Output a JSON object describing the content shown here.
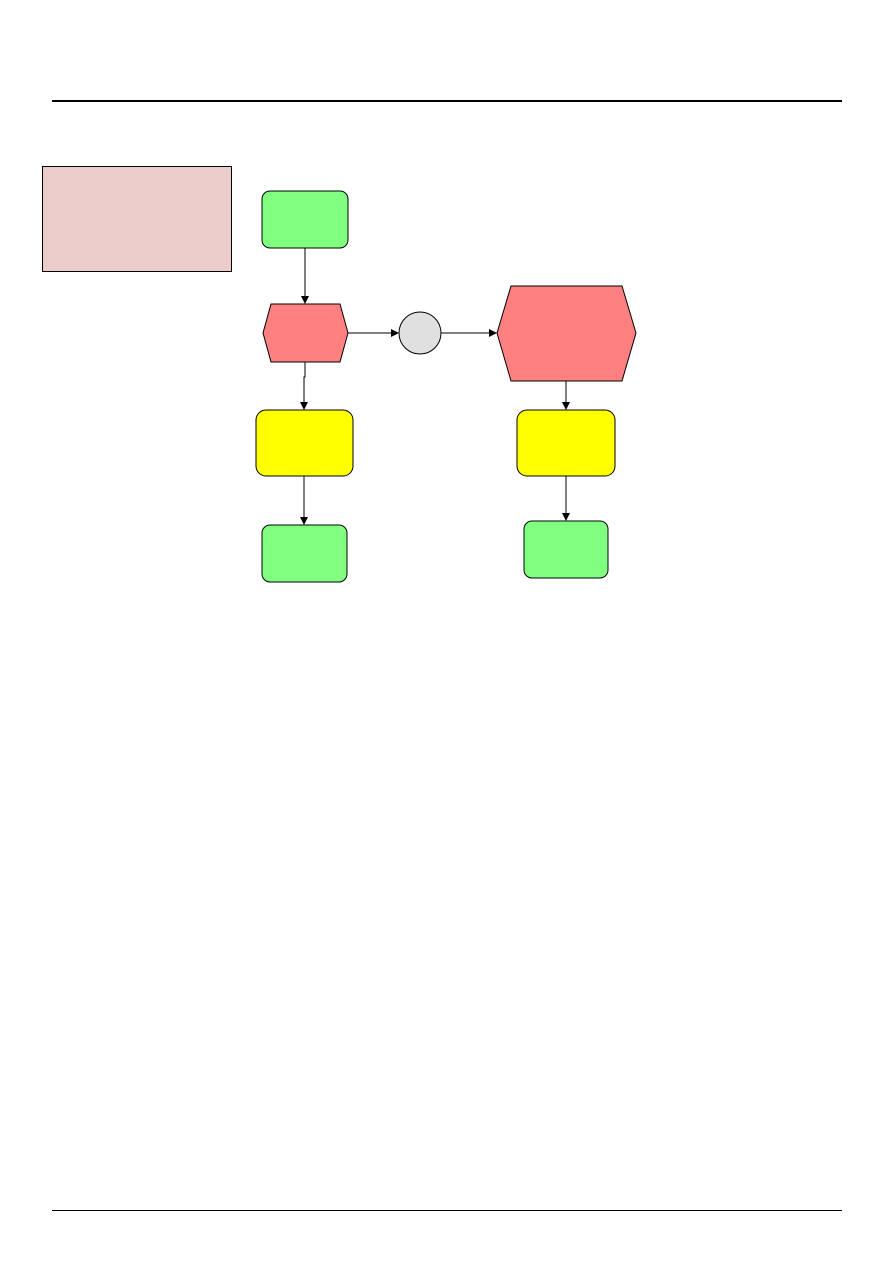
{
  "colors": {
    "event": "#80ff80",
    "function": "#ff8080",
    "operator": "#e0e0e0",
    "info": "#ffff00",
    "legend_fill": "#ecccca",
    "line": "#000000"
  },
  "nodes": [
    {
      "id": "event-start",
      "kind": "event",
      "icon": "rounded-rectangle"
    },
    {
      "id": "function-1",
      "kind": "function",
      "icon": "hexagon"
    },
    {
      "id": "operator",
      "kind": "operator",
      "icon": "circle"
    },
    {
      "id": "function-2",
      "kind": "function",
      "icon": "hexagon"
    },
    {
      "id": "info-left",
      "kind": "info",
      "icon": "rounded-rectangle"
    },
    {
      "id": "info-right",
      "kind": "info",
      "icon": "rounded-rectangle"
    },
    {
      "id": "event-end-left",
      "kind": "event",
      "icon": "rounded-rectangle"
    },
    {
      "id": "event-end-right",
      "kind": "event",
      "icon": "rounded-rectangle"
    }
  ],
  "edges": [
    {
      "from": "event-start",
      "to": "function-1"
    },
    {
      "from": "function-1",
      "to": "operator"
    },
    {
      "from": "operator",
      "to": "function-2"
    },
    {
      "from": "function-1",
      "to": "info-left"
    },
    {
      "from": "function-2",
      "to": "info-right"
    },
    {
      "from": "info-left",
      "to": "event-end-left"
    },
    {
      "from": "info-right",
      "to": "event-end-right"
    }
  ]
}
